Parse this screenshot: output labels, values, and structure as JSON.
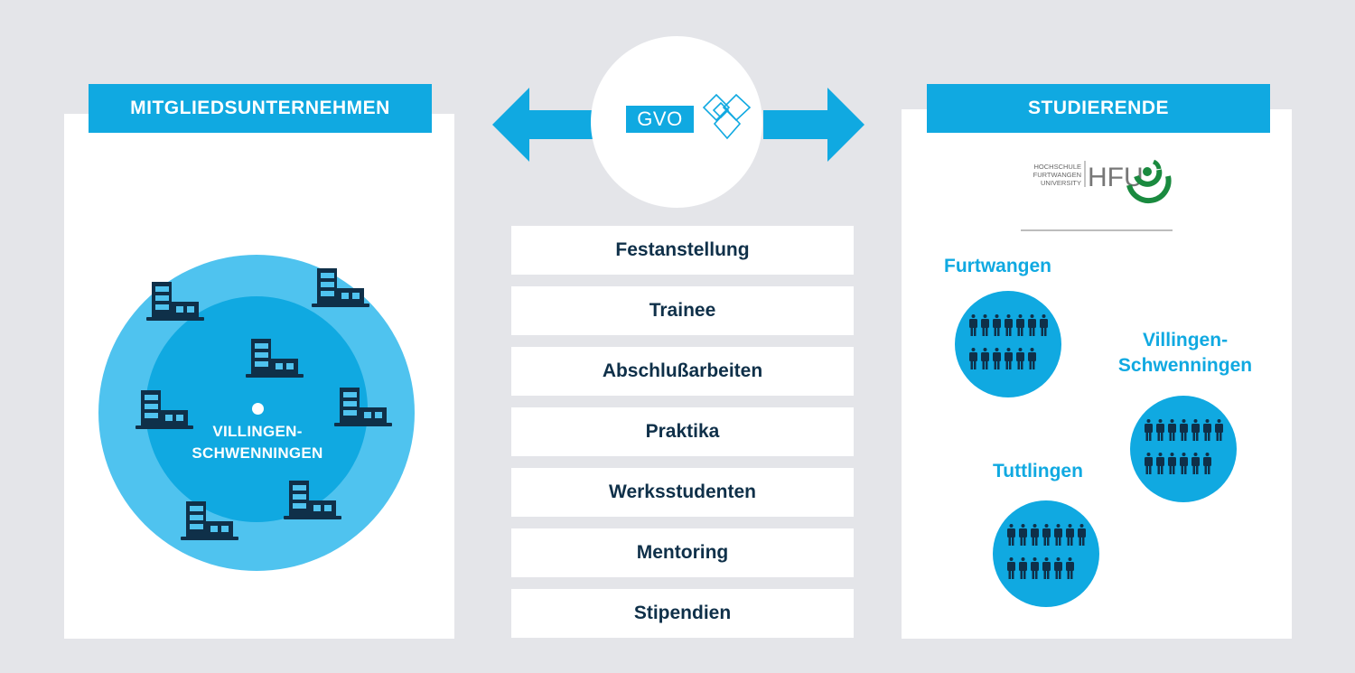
{
  "left_panel": {
    "header": "MITGLIEDSUNTERNEHMEN",
    "city_label_line1": "VILLINGEN-",
    "city_label_line2": "SCHWENNINGEN",
    "icon": "building-icon",
    "building_count": 7
  },
  "center": {
    "logo_text": "GVO",
    "logo_icon": "overlapping-diamonds-icon",
    "arrows": [
      "arrow-left-icon",
      "arrow-right-icon"
    ],
    "offers": [
      "Festanstellung",
      "Trainee",
      "Abschlußarbeiten",
      "Praktika",
      "Werksstudenten",
      "Mentoring",
      "Stipendien"
    ]
  },
  "right_panel": {
    "header": "STUDIERENDE",
    "university_logo": {
      "line1": "HOCHSCHULE",
      "line2": "FURTWANGEN",
      "line3": "UNIVERSITY",
      "abbr": "HFU"
    },
    "campuses": [
      {
        "name": "Furtwangen",
        "people_rows": [
          7,
          6
        ]
      },
      {
        "name_line1": "Villingen-",
        "name_line2": "Schwenningen",
        "people_rows": [
          7,
          6
        ]
      },
      {
        "name": "Tuttlingen",
        "people_rows": [
          7,
          6
        ]
      }
    ],
    "people_icon": "person-icon"
  },
  "colors": {
    "background": "#e4e5e9",
    "accent": "#10a9e1",
    "accent_light": "#4fc3ef",
    "dark": "#0f3049",
    "hfu_green": "#1a8a3f"
  }
}
